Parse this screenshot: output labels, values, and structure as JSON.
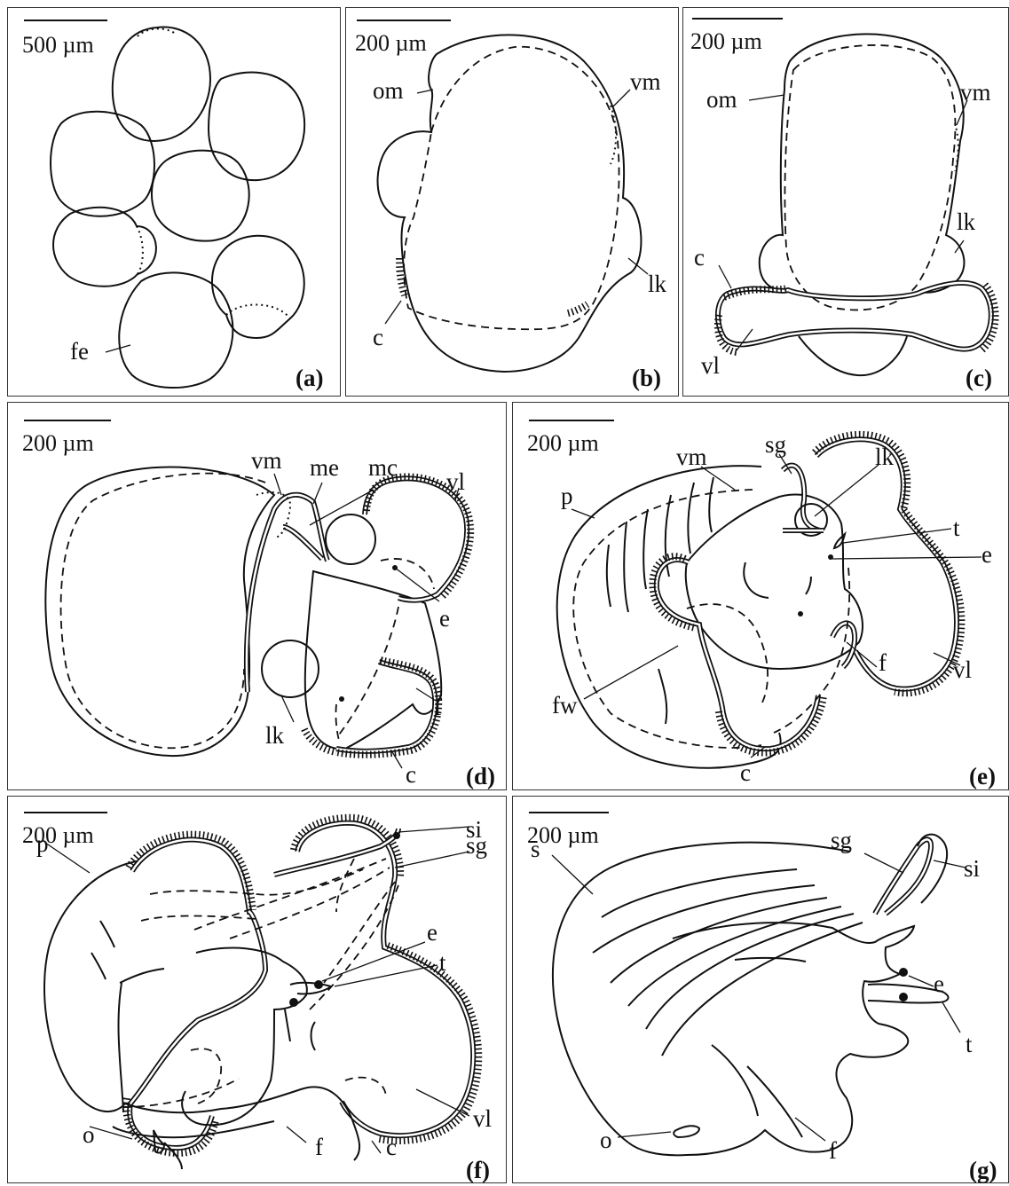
{
  "panels": {
    "a": {
      "id": "(a)",
      "scale": "500 µm",
      "labels": {
        "fe": "fe"
      }
    },
    "b": {
      "id": "(b)",
      "scale": "200 µm",
      "labels": {
        "om": "om",
        "vm": "vm",
        "lk": "lk",
        "c": "c"
      }
    },
    "c": {
      "id": "(c)",
      "scale": "200 µm",
      "labels": {
        "om": "om",
        "vm": "vm",
        "lk": "lk",
        "c": "c",
        "vl": "vl"
      }
    },
    "d": {
      "id": "(d)",
      "scale": "200 µm",
      "labels": {
        "vm": "vm",
        "me": "me",
        "mc": "mc",
        "vl": "vl",
        "e": "e",
        "f": "f",
        "lk": "lk",
        "c": "c"
      }
    },
    "e": {
      "id": "(e)",
      "scale": "200 µm",
      "labels": {
        "sg": "sg",
        "vm": "vm",
        "lk": "lk",
        "p": "p",
        "t": "t",
        "e": "e",
        "vl": "vl",
        "f": "f",
        "fw": "fw",
        "c": "c"
      }
    },
    "f": {
      "id": "(f)",
      "scale": "200 µm",
      "labels": {
        "si": "si",
        "sg": "sg",
        "p": "p",
        "e": "e",
        "t": "t",
        "vl": "vl",
        "o": "o",
        "f": "f",
        "c": "c"
      }
    },
    "g": {
      "id": "(g)",
      "scale": "200 µm",
      "labels": {
        "sg": "sg",
        "si": "si",
        "s": "s",
        "e": "e",
        "t": "t",
        "o": "o",
        "f": "f"
      }
    }
  }
}
